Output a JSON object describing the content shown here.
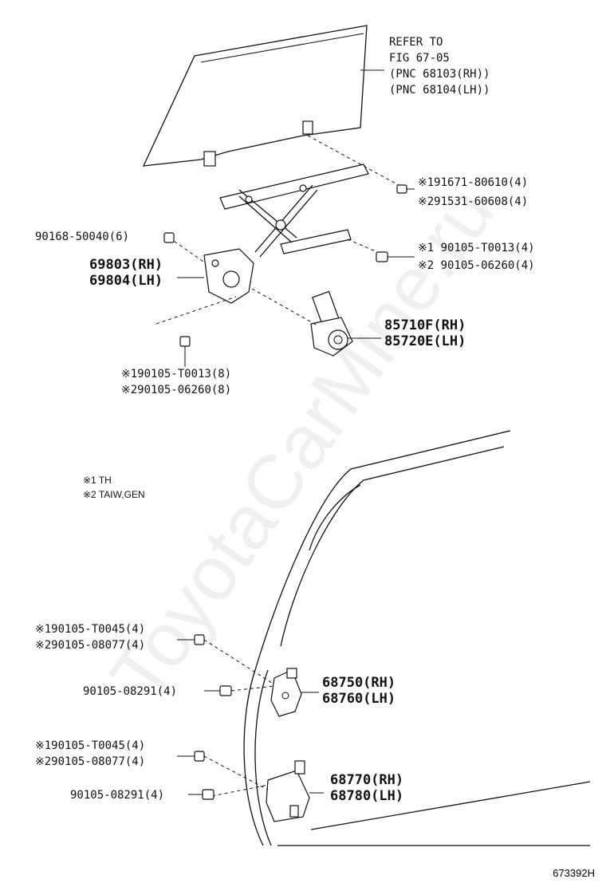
{
  "watermark": "ToyotaCarMine.ru",
  "figure_id": "673392H",
  "notes": [
    "※1 TH",
    "※2 TAIW,GEN"
  ],
  "labels": {
    "refer": [
      "REFER TO",
      "FIG 67-05",
      "(PNC 68103(RH))",
      "(PNC 68104(LH))"
    ],
    "bolt_top": [
      "※191671-80610(4)",
      "※291531-60608(4)"
    ],
    "screw_left": "90168-50040(6)",
    "regulator": [
      "69803(RH)",
      "69804(LH)"
    ],
    "bolt_mid": [
      "※1 90105-T0013(4)",
      "※2 90105-06260(4)"
    ],
    "motor": [
      "85710F(RH)",
      "85720E(LH)"
    ],
    "bolt_low": [
      "※190105-T0013(8)",
      "※290105-06260(8)"
    ],
    "hinge_up_bolts": [
      "※190105-T0045(4)",
      "※290105-08077(4)"
    ],
    "hinge_up_bolt2": "90105-08291(4)",
    "hinge_up": [
      "68750(RH)",
      "68760(LH)"
    ],
    "hinge_low_bolts": [
      "※190105-T0045(4)",
      "※290105-08077(4)"
    ],
    "hinge_low_bolt2": "90105-08291(4)",
    "hinge_low": [
      "68770(RH)",
      "68780(LH)"
    ]
  }
}
